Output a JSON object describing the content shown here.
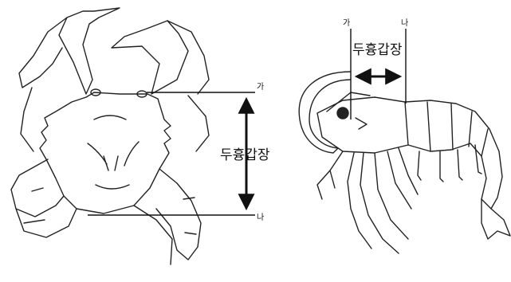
{
  "figure": {
    "crab": {
      "label_top": "가",
      "label_bottom": "나",
      "measure_label": "두흉갑장"
    },
    "shrimp": {
      "label_left": "가",
      "label_right": "나",
      "measure_label": "두흉갑장"
    }
  },
  "colors": {
    "ink": "#111111",
    "paper": "#ffffff"
  }
}
